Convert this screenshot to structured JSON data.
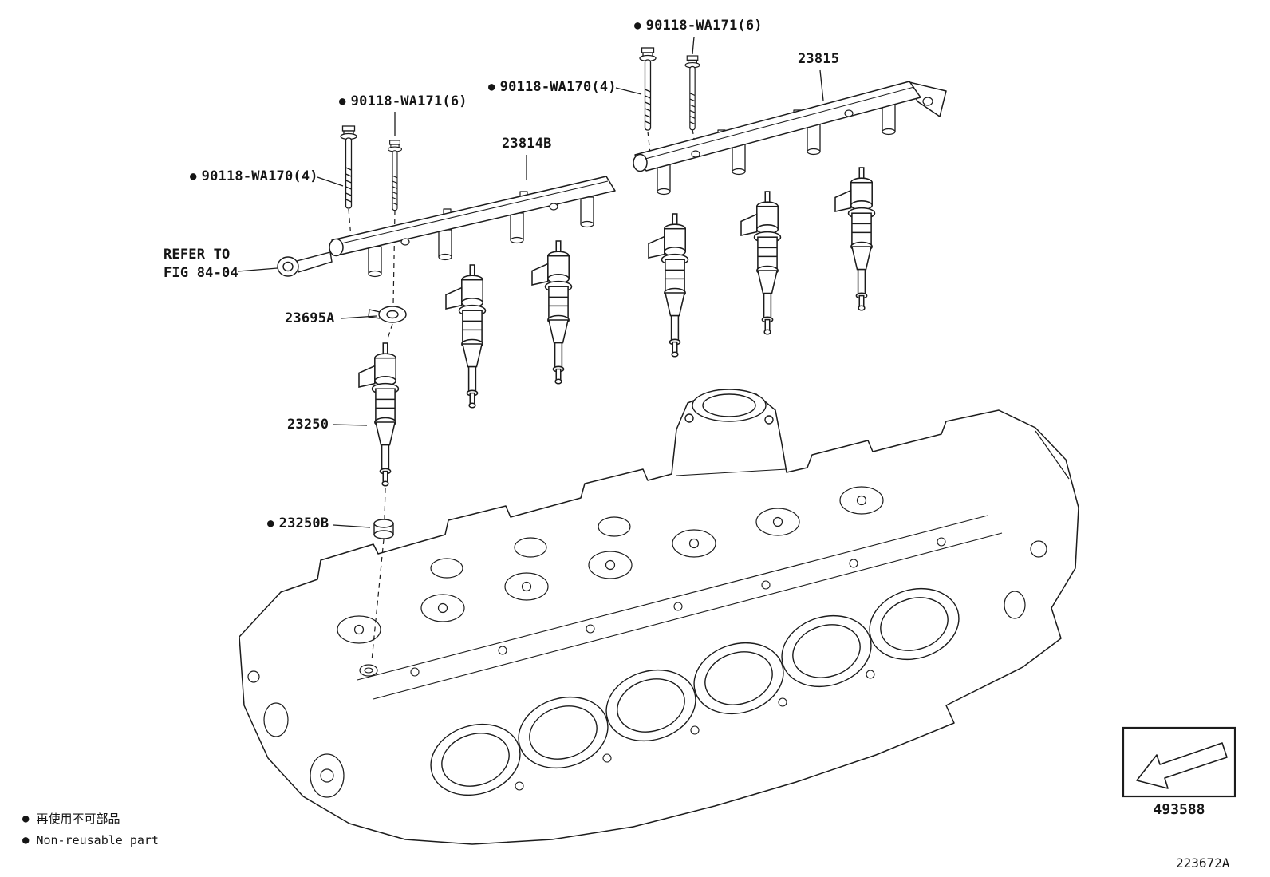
{
  "diagram": {
    "background": "#ffffff",
    "ink": "#1c1c1c"
  },
  "icons": {
    "bullet": "●"
  },
  "labels": {
    "bolt_wa171_top": "90118-WA171(6)",
    "rail_rear": "23815",
    "bolt_wa170_top": "90118-WA170(4)",
    "bolt_wa171_left": "90118-WA171(6)",
    "rail_front": "23814B",
    "bolt_wa170_left": "90118-WA170(4)",
    "refer_line1": "REFER TO",
    "refer_line2": "FIG 84-04",
    "insulator": "23695A",
    "injector": "23250",
    "seal": "23250B",
    "ref_box_code": "493588",
    "sheet_code": "223672A"
  },
  "legend": {
    "jp": "再使用不可部品",
    "en": "Non-reusable part"
  }
}
